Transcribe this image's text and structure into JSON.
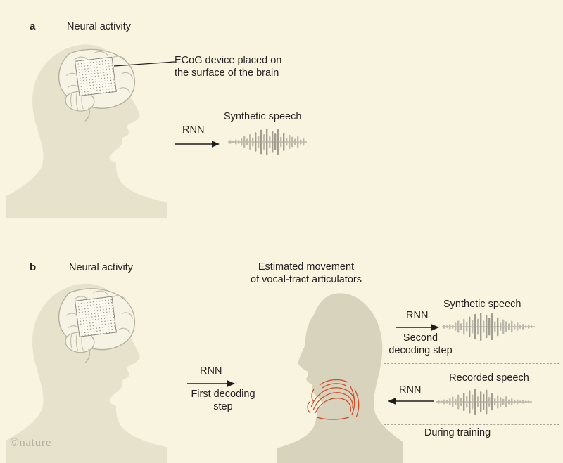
{
  "watermark": "©nature",
  "panel_a": {
    "label": "a",
    "title": "Neural activity",
    "ecog_note": {
      "line1": "ECoG device placed on",
      "line2": "the surface of the brain"
    },
    "rnn_label": "RNN",
    "synthetic_label": "Synthetic speech"
  },
  "panel_b": {
    "label": "b",
    "title": "Neural activity",
    "estimated": {
      "line1": "Estimated movement",
      "line2": "of vocal-tract articulators"
    },
    "first_rnn": "RNN",
    "first_step": {
      "line1": "First decoding",
      "line2": "step"
    },
    "second_rnn": "RNN",
    "second_step": {
      "line1": "Second",
      "line2": "decoding step"
    },
    "synthetic_label": "Synthetic speech",
    "training_box": {
      "rnn": "RNN",
      "recorded_label": "Recorded speech",
      "caption": "During training"
    }
  },
  "colors": {
    "background": "#f8f4df",
    "silhouette_light": "#e6e2cb",
    "silhouette_dark": "#d8d3bd",
    "waveform_gray": "#b3afa2",
    "articulator_red": "#d23f1c",
    "text": "#262222"
  }
}
